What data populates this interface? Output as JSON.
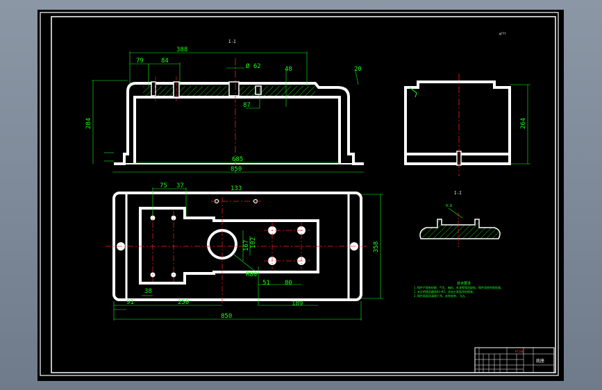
{
  "drawing": {
    "section_label_main": "I-I",
    "section_label_detail": "I-I",
    "top_right_note": "φ???"
  },
  "front_view": {
    "dims": {
      "d388": "388",
      "d79": "79",
      "d84": "84",
      "phi62": "Ø 62",
      "d48": "48",
      "d20": "20",
      "d87": "87",
      "d284": "284",
      "d685": "685",
      "d850": "850"
    }
  },
  "side_view": {
    "dims": {
      "d264": "264"
    }
  },
  "plan_view": {
    "dims": {
      "d75": "75",
      "d37": "37",
      "d133": "133",
      "d167": "167",
      "d102": "102",
      "r80": "R80",
      "d51": "51",
      "d80": "80",
      "d189": "189",
      "d250": "250",
      "d38": "38",
      "d91": "91",
      "d850": "850",
      "d358": "358"
    }
  },
  "detail_view": {
    "label": "I-I",
    "callout": "0.8"
  },
  "tech_requirements": {
    "title": "技术要求",
    "lines": [
      "1.铸件不得有砂眼、气孔、缩松、夹渣等铸造缺陷，铸件须经时效处理。",
      "2.未注明铸造圆角R3~R5，非加工表面涂防锈漆。",
      "3.铸件表面须清理干净，去除毛刺、飞边。"
    ]
  },
  "title_block": {
    "part_name": "底座",
    "tag": "HT200"
  }
}
